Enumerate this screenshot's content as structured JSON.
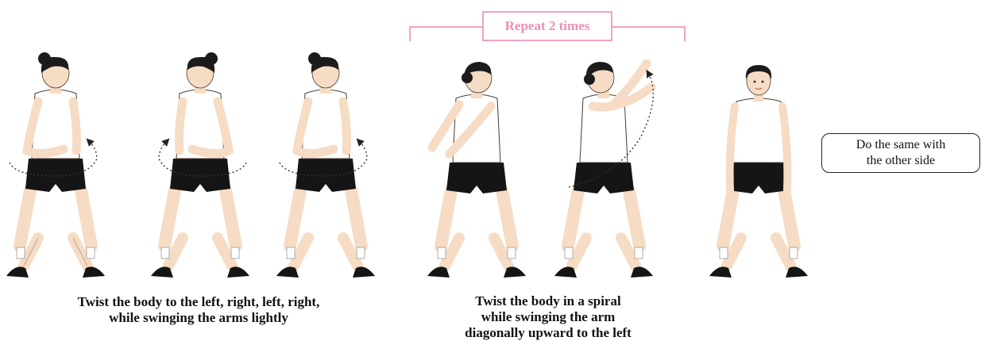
{
  "repeat": {
    "label": "Repeat 2 times",
    "color": "#ee8fb6"
  },
  "captions": {
    "step1": "Twist the body to the left, right, left, right,\nwhile swinging the arms lightly",
    "step2": "Twist the body in a spiral\nwhile swinging the arm\ndiagonally upward to the left"
  },
  "side_note": "Do the same with\nthe other side",
  "figures": [
    {
      "name": "figure-twist-left",
      "facing": "left"
    },
    {
      "name": "figure-twist-right",
      "facing": "right"
    },
    {
      "name": "figure-twist-left-again",
      "facing": "left"
    },
    {
      "name": "figure-spiral-start",
      "facing": "left"
    },
    {
      "name": "figure-spiral-arms-up",
      "facing": "left"
    },
    {
      "name": "figure-standing-front",
      "facing": "front"
    }
  ],
  "colors": {
    "skin": "#f6dcc4",
    "shorts": "#151515",
    "hair": "#1c1c1c",
    "shirt": "#ffffff",
    "outline": "#4a3a30",
    "accent": "#f2a2c2"
  }
}
